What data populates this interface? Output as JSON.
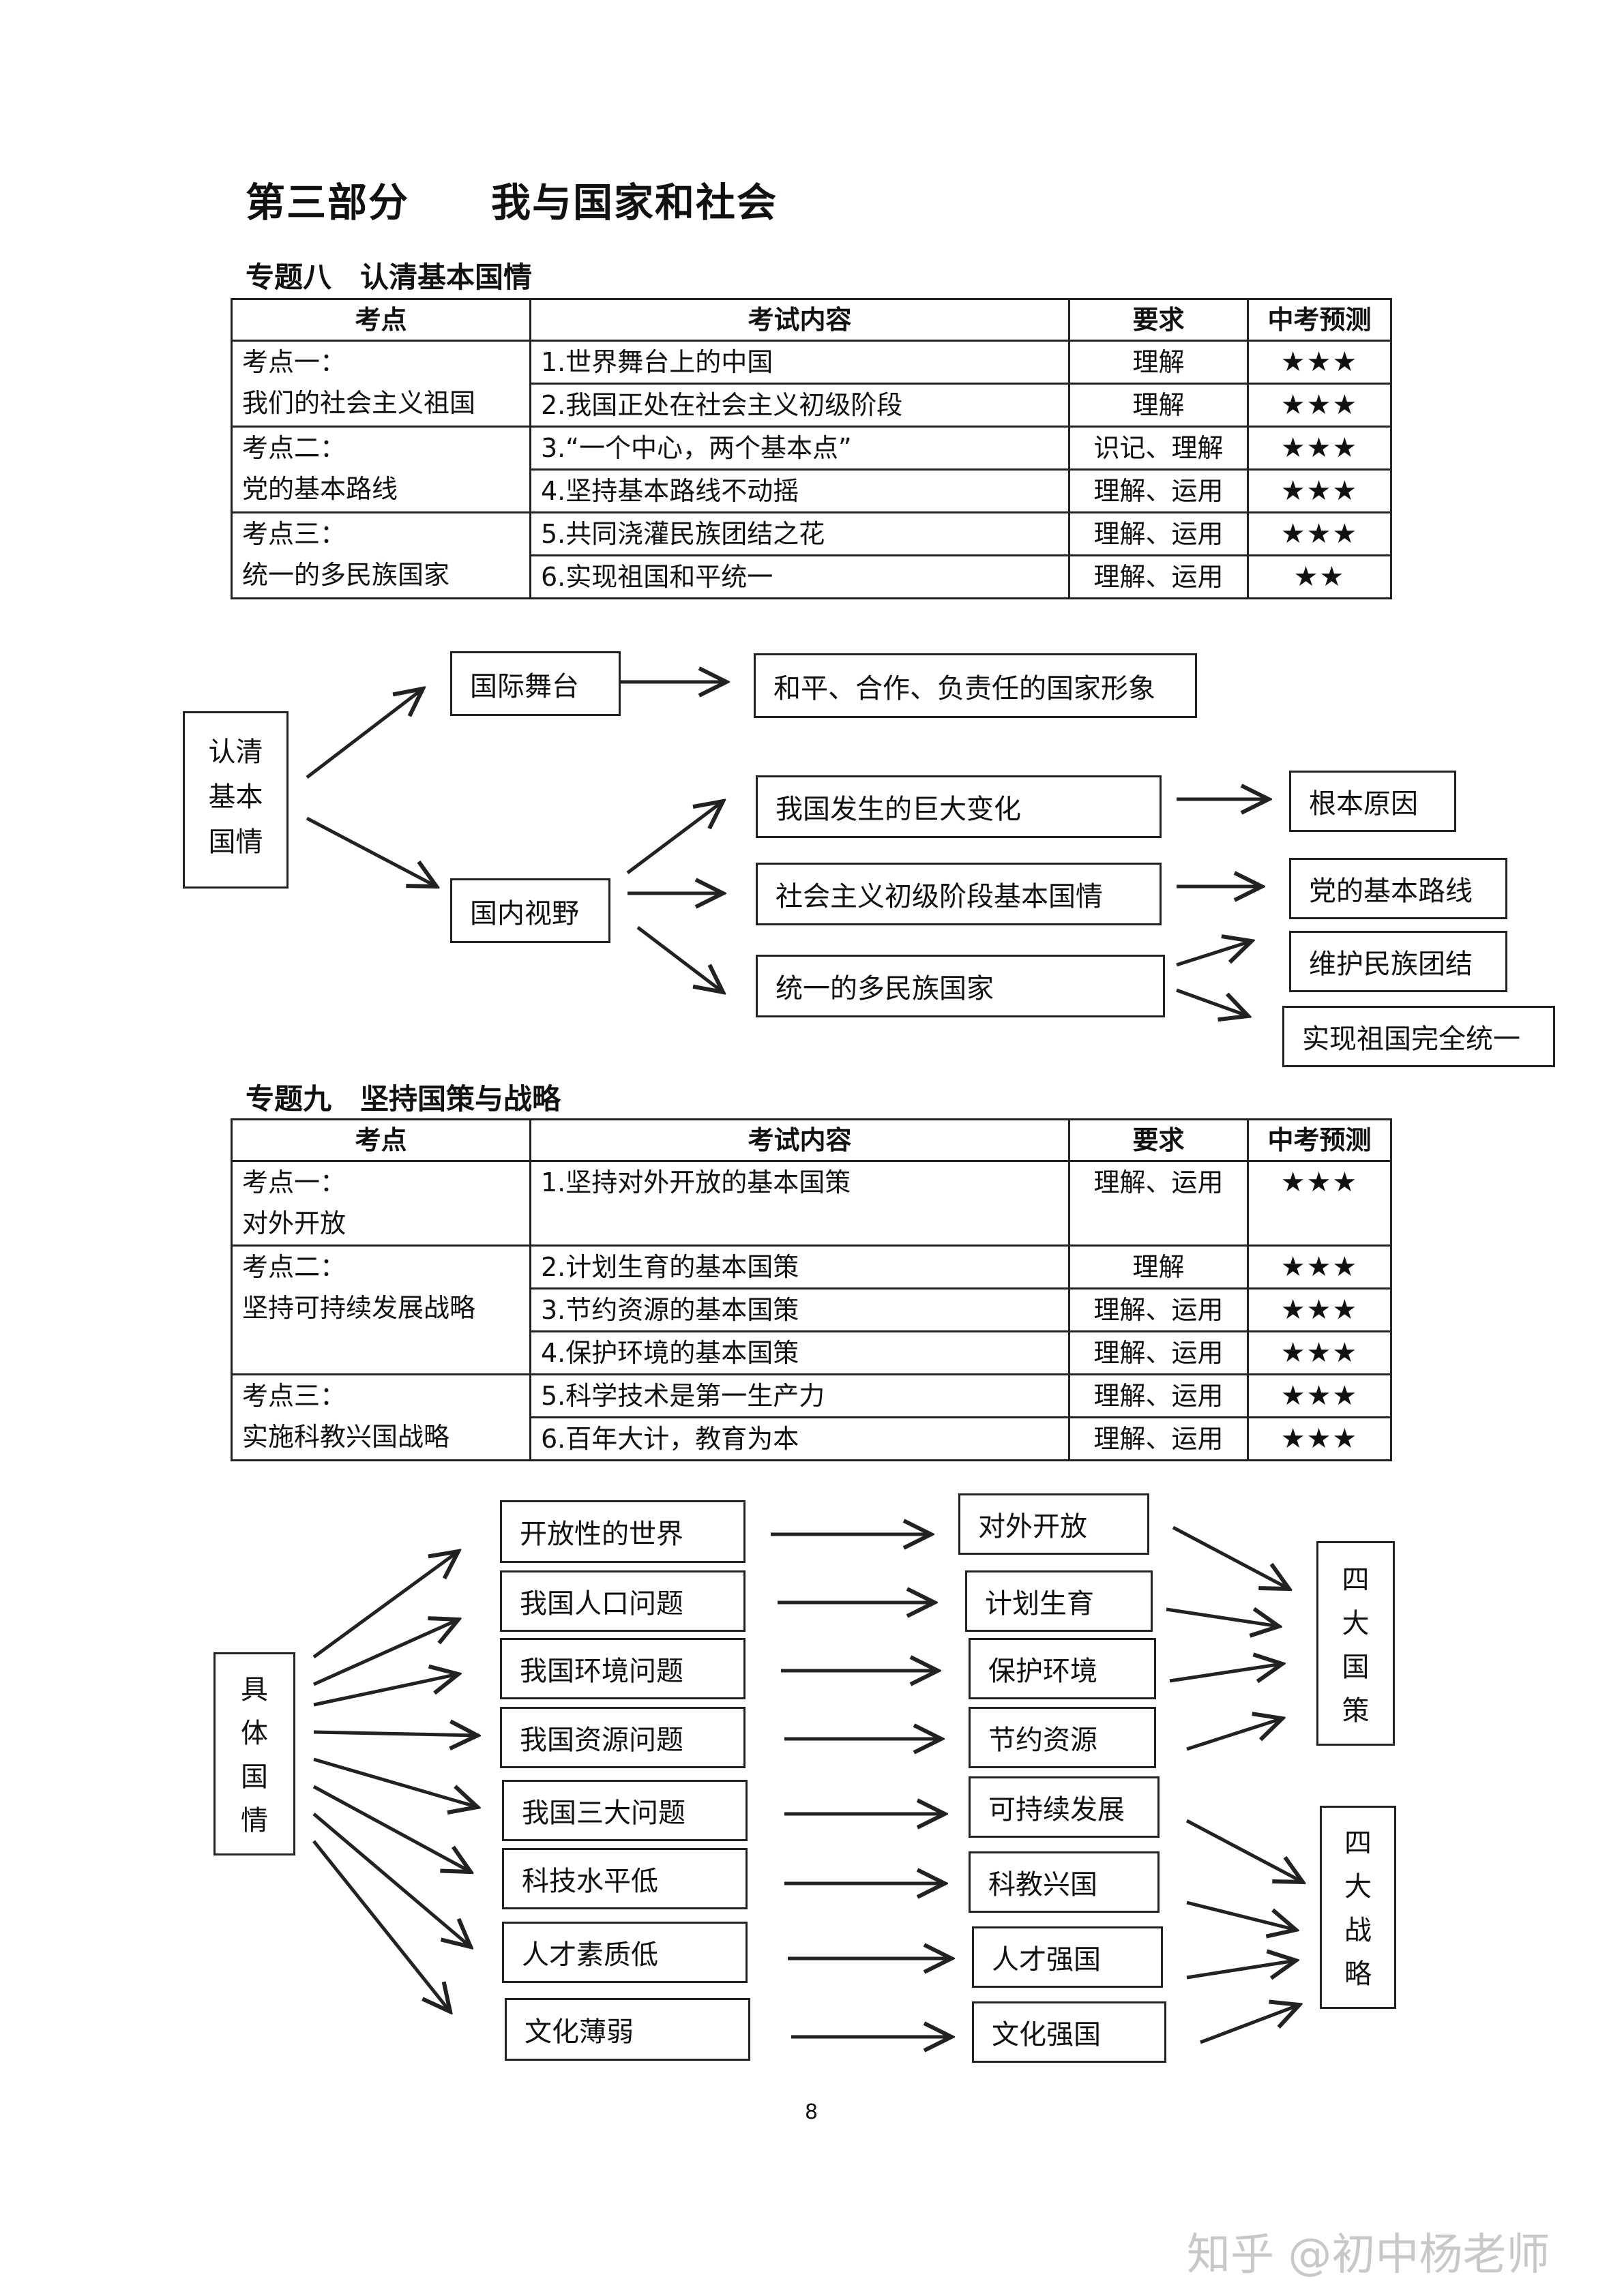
{
  "part_title": "第三部分　　我与国家和社会",
  "topic8": {
    "title": "专题八　认清基本国情",
    "headers": [
      "考点",
      "考试内容",
      "要求",
      "中考预测"
    ],
    "groups": [
      {
        "point": [
          "考点一：",
          "我们的社会主义祖国"
        ],
        "rows": [
          {
            "content": "1.世界舞台上的中国",
            "req": "理解",
            "stars": "★★★"
          },
          {
            "content": "2.我国正处在社会主义初级阶段",
            "req": "理解",
            "stars": "★★★"
          }
        ]
      },
      {
        "point": [
          "考点二：",
          "党的基本路线"
        ],
        "rows": [
          {
            "content": "3.“一个中心，两个基本点”",
            "req": "识记、理解",
            "stars": "★★★"
          },
          {
            "content": "4.坚持基本路线不动摇",
            "req": "理解、运用",
            "stars": "★★★"
          }
        ]
      },
      {
        "point": [
          "考点三：",
          "统一的多民族国家"
        ],
        "rows": [
          {
            "content": "5.共同浇灌民族团结之花",
            "req": "理解、运用",
            "stars": "★★★"
          },
          {
            "content": "6.实现祖国和平统一",
            "req": "理解、运用",
            "stars": "★★"
          }
        ]
      }
    ]
  },
  "diagram1": {
    "root": [
      "认清",
      "基本",
      "国情"
    ],
    "international": "国际舞台",
    "international_result": "和平、合作、负责任的国家形象",
    "domestic": "国内视野",
    "changes": "我国发生的巨大变化",
    "changes_result": "根本原因",
    "primary_stage": "社会主义初级阶段基本国情",
    "primary_stage_result": "党的基本路线",
    "multi_ethnic": "统一的多民族国家",
    "ethnic_unity": "维护民族团结",
    "reunification": "实现祖国完全统一"
  },
  "topic9": {
    "title": "专题九　坚持国策与战略",
    "headers": [
      "考点",
      "考试内容",
      "要求",
      "中考预测"
    ],
    "groups": [
      {
        "point": [
          "考点一：",
          "对外开放"
        ],
        "rows": [
          {
            "content": "1.坚持对外开放的基本国策",
            "req": "理解、运用",
            "stars": "★★★"
          }
        ]
      },
      {
        "point": [
          "考点二：",
          "坚持可持续发展战略"
        ],
        "rows": [
          {
            "content": "2.计划生育的基本国策",
            "req": "理解",
            "stars": "★★★"
          },
          {
            "content": "3.节约资源的基本国策",
            "req": "理解、运用",
            "stars": "★★★"
          },
          {
            "content": "4.保护环境的基本国策",
            "req": "理解、运用",
            "stars": "★★★"
          }
        ]
      },
      {
        "point": [
          "考点三：",
          "实施科教兴国战略"
        ],
        "rows": [
          {
            "content": "5.科学技术是第一生产力",
            "req": "理解、运用",
            "stars": "★★★"
          },
          {
            "content": "6.百年大计，教育为本",
            "req": "理解、运用",
            "stars": "★★★"
          }
        ]
      }
    ]
  },
  "diagram2": {
    "root": [
      "具",
      "体",
      "国",
      "情"
    ],
    "issues": [
      "开放性的世界",
      "我国人口问题",
      "我国环境问题",
      "我国资源问题",
      "我国三大问题",
      "科技水平低",
      "人才素质低",
      "文化薄弱"
    ],
    "policies": [
      "对外开放",
      "计划生育",
      "保护环境",
      "节约资源",
      "可持续发展",
      "科教兴国",
      "人才强国",
      "文化强国"
    ],
    "four_policies": [
      "四",
      "大",
      "国",
      "策"
    ],
    "four_strategies": [
      "四",
      "大",
      "战",
      "略"
    ]
  },
  "page_number": "8",
  "watermark": "知乎 @初中杨老师"
}
